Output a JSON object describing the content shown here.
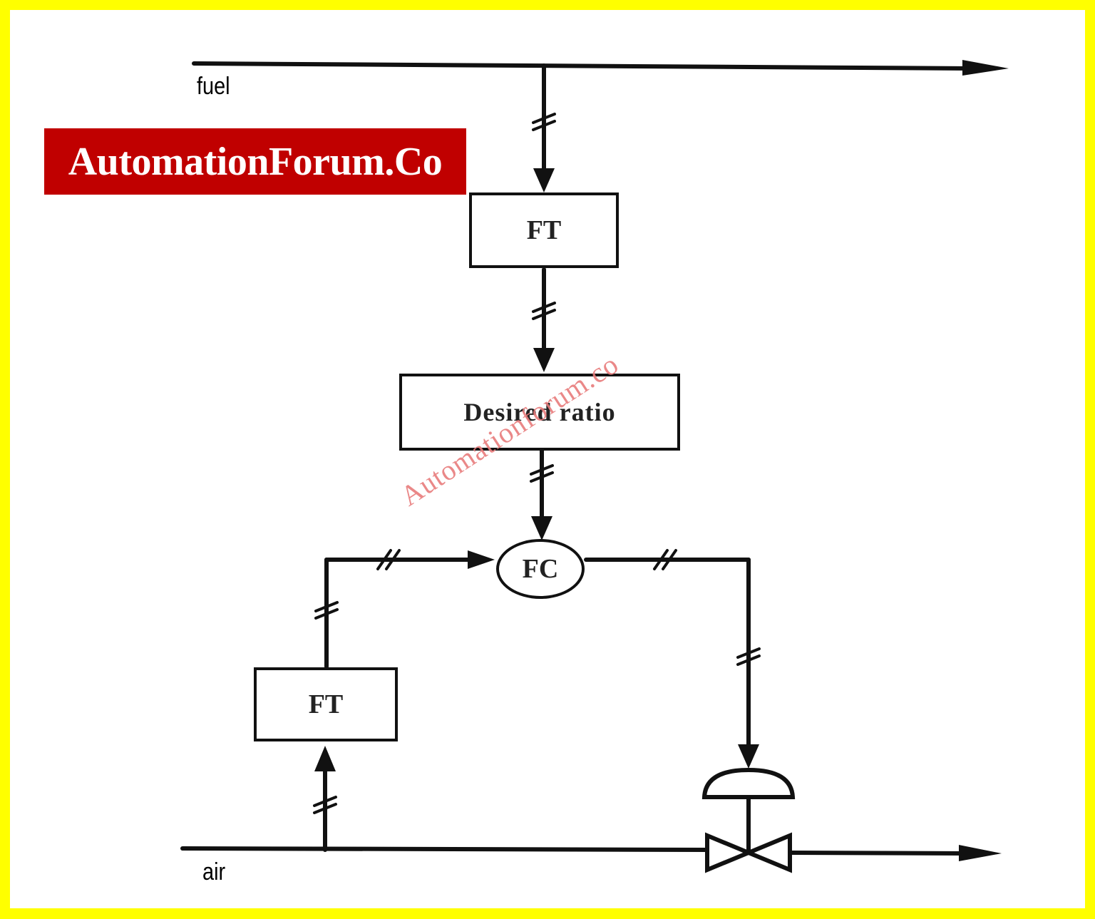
{
  "colors": {
    "frame": "#ffff00",
    "background": "#ffffff",
    "brand_bg": "#c00000",
    "brand_text": "#ffffff",
    "line": "#111111",
    "watermark": "#e87c7c"
  },
  "brand": {
    "text": "AutomationForum.Co"
  },
  "watermark": {
    "text": "Automationforum.co"
  },
  "streams": {
    "fuel": {
      "label": "fuel"
    },
    "air": {
      "label": "air"
    }
  },
  "blocks": {
    "ft_fuel": {
      "label": "FT"
    },
    "desired_ratio": {
      "label": "Desired ratio"
    },
    "fc": {
      "label": "FC"
    },
    "ft_air": {
      "label": "FT"
    }
  },
  "icons": {
    "control_valve": "control-valve-icon",
    "actuator": "diaphragm-actuator-icon",
    "signal_break": "electrical-signal-icon"
  }
}
